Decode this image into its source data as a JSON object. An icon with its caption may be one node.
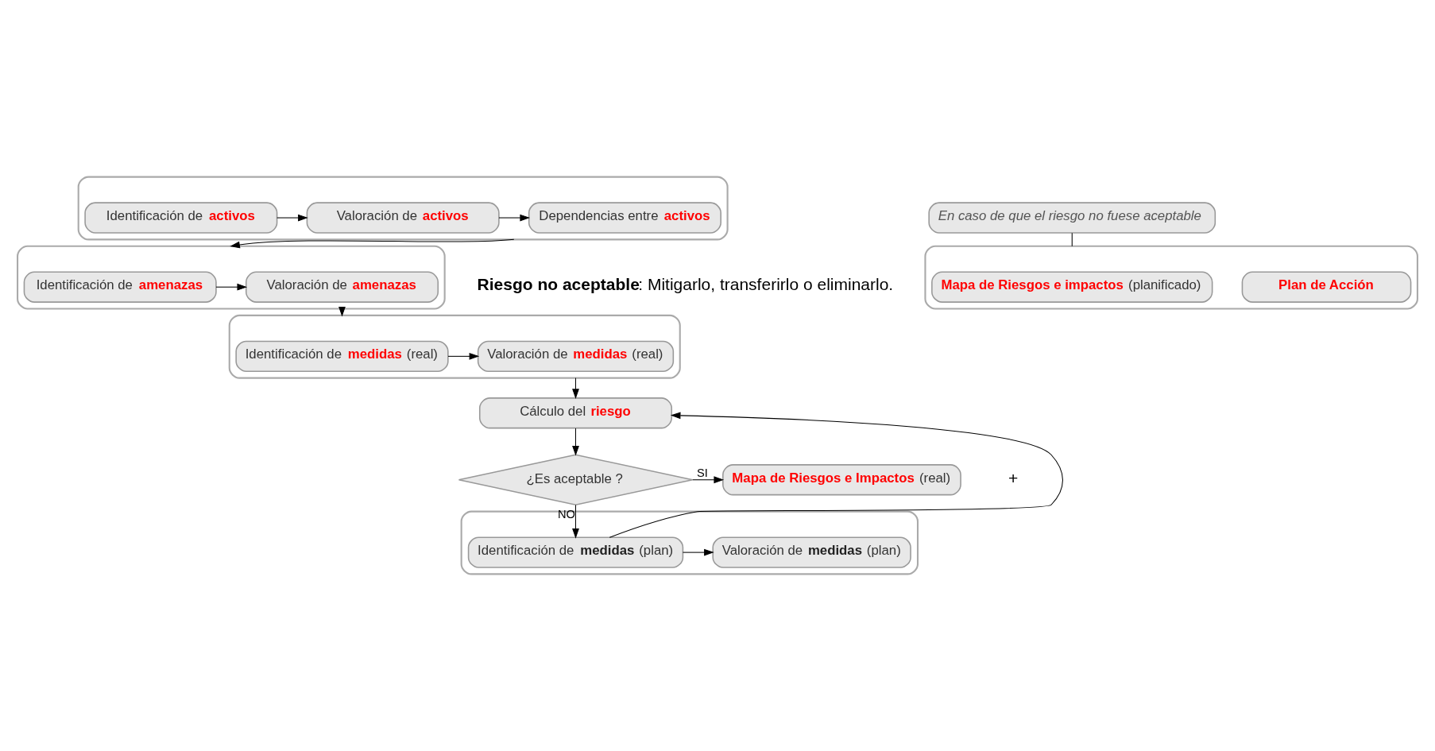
{
  "diagram": {
    "nodes": [
      {
        "text": [],
        "shape": "box"
      },
      {
        "text": [
          "Identificación de **activos**"
        ],
        "in": 0
      },
      {
        "text": [
          "Valoración de **activos**"
        ],
        "in": 0
      },
      {
        "text": [
          "Dependencias entre **activos**"
        ],
        "in": 0
      },
      {
        "text": [],
        "shape": "box"
      },
      {
        "text": [
          "Identificación de **amenazas**"
        ],
        "in": 4
      },
      {
        "text": [
          "Valoración de **amenazas**"
        ],
        "in": 4
      },
      {
        "text": [],
        "shape": "box"
      },
      {
        "text": [
          "Identificación de **medidas** (real)"
        ],
        "in": 7
      },
      {
        "text": [
          "Valoración de **medidas** (real)"
        ],
        "in": 7
      },
      {
        "text": [
          "Cálculo del **riesgo**"
        ]
      },
      {
        "text": [
          "¿Es aceptable ?"
        ]
      },
      {
        "text": [
          "**Mapa de Riesgos e Impactos** (real)"
        ]
      },
      {
        "text": [],
        "shape": "box"
      },
      {
        "text": [
          "**Mapa de Riesgos e impactos** (planificado)"
        ],
        "in": 13
      },
      {
        "text": [
          "Plan de Acción"
        ],
        "in": 13
      },
      {
        "text": [],
        "shape": "box"
      },
      {
        "text": [
          "Identificación de **medidas** (plan)"
        ],
        "in": 16
      },
      {
        "text": [
          "Valoración de **medidas** (plan)"
        ],
        "in": 16
      },
      {
        "text": [
          "En caso de que el riesgo no fuese aceptable"
        ]
      }
    ],
    "edges": [
      {
        "from": 1,
        "to": 2,
        "arrow": "to"
      },
      {
        "from": 2,
        "to": 3,
        "arrow": "to"
      },
      {
        "from": 0,
        "to": 4,
        "arrow": "to"
      },
      {
        "from": 5,
        "to": 6,
        "arrow": "to"
      },
      {
        "from": 4,
        "to": 7,
        "arrow": "to"
      },
      {
        "from": 8,
        "to": 9,
        "arrow": "to"
      },
      {
        "from": 7,
        "to": 10,
        "arrow": "to"
      },
      {
        "from": 10,
        "to": 11,
        "arrow": "to"
      },
      {
        "from": 11,
        "to": 12,
        "arrow": "to",
        "label": "SI"
      },
      {
        "from": 11,
        "to": 17,
        "arrow": "to",
        "label": "NO"
      },
      {
        "from": 17,
        "to": 10,
        "arrow": "to"
      },
      {
        "from": 17,
        "to": 18,
        "arrow": "to"
      },
      {
        "from": 19,
        "to": 13,
        "arrow": "none"
      }
    ],
    "labels": [
      "**Riesgo no aceptable**: Mitigarlo, transferirlo o eliminarlo.",
      "+"
    ]
  }
}
